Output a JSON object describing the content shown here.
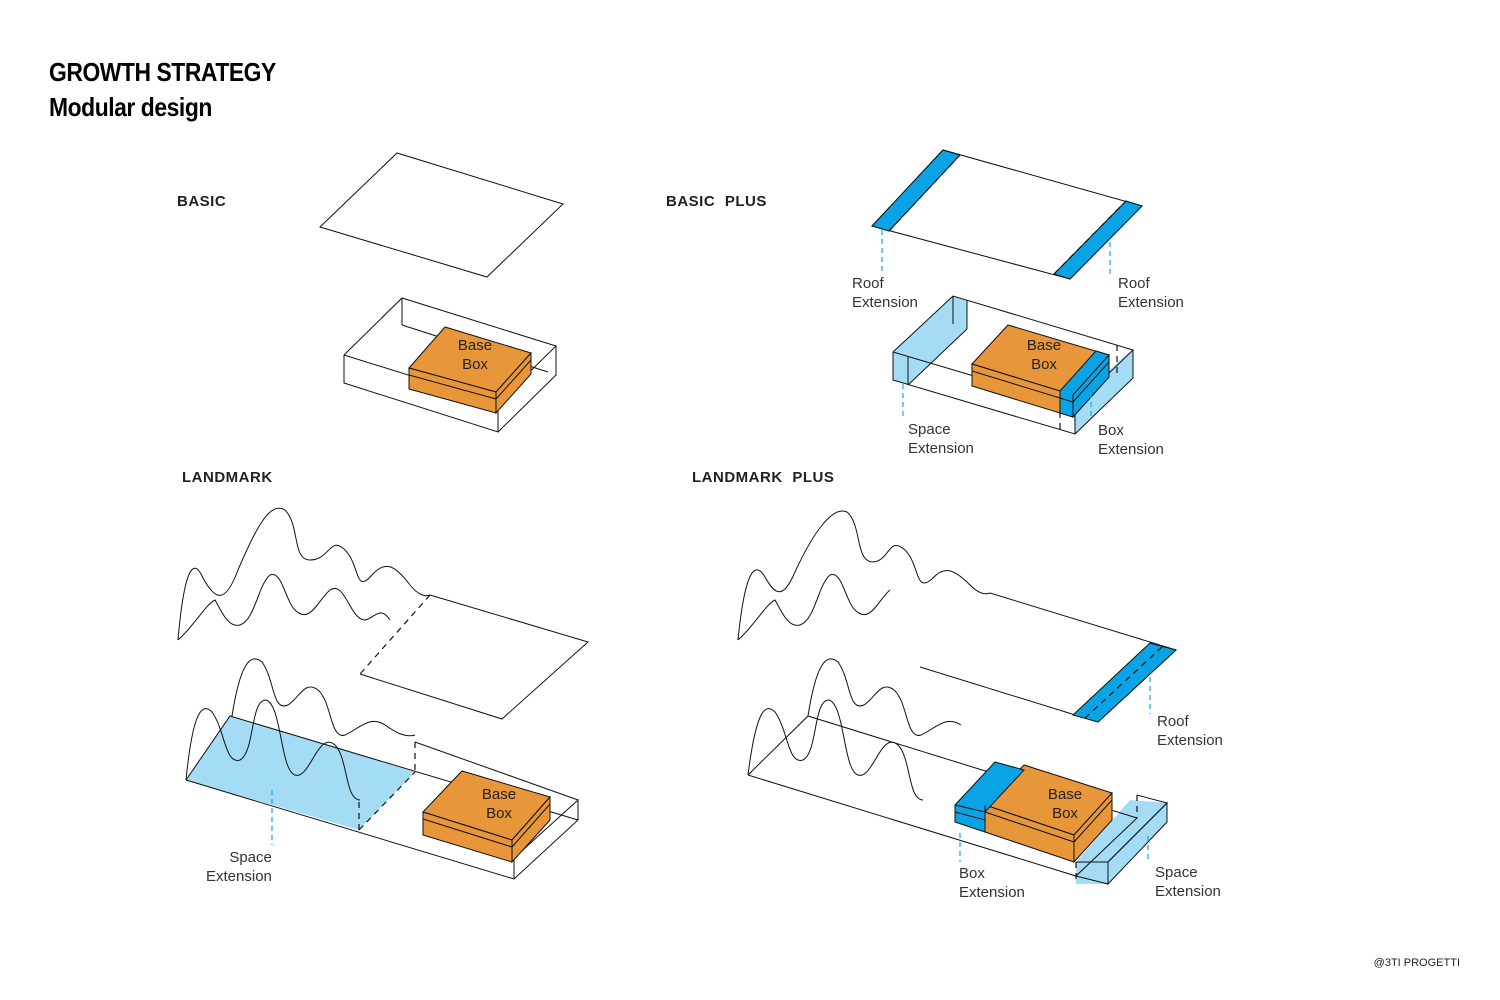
{
  "header": {
    "title": "GROWTH STRATEGY",
    "subtitle": "Modular design"
  },
  "panels": [
    {
      "id": "basic",
      "label": "BASIC"
    },
    {
      "id": "basic-plus",
      "label": "BASIC PLUS"
    },
    {
      "id": "landmark",
      "label": "LANDMARK"
    },
    {
      "id": "landmark-plus",
      "label": "LANDMARK PLUS"
    }
  ],
  "labels": {
    "base_box": "Base\nBox",
    "roof_extension": "Roof\nExtension",
    "space_extension": "Space\nExtension",
    "box_extension": "Box\nExtension"
  },
  "credit": "@3TI PROGETTI",
  "colors": {
    "base_box_fill": "#e8963a",
    "extension_fill": "#a5dcf5",
    "roof_extension_fill": "#0aa3e6",
    "leader_line": "#29abe2",
    "outline": "#111111"
  }
}
